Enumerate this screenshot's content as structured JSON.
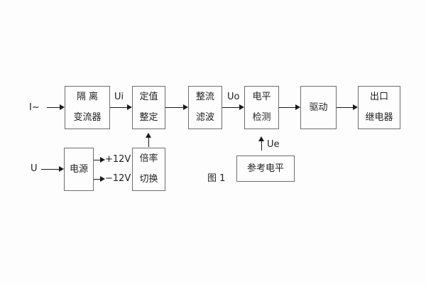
{
  "figure": {
    "caption": "图 1"
  },
  "diagram": {
    "inputs": {
      "current": "I~",
      "voltage": "U"
    },
    "signal_labels": {
      "ui": "Ui",
      "uo": "Uo",
      "ue": "Ue"
    },
    "power_rails": {
      "positive": "+12V",
      "negative": "−12V"
    },
    "blocks": {
      "isolation": {
        "line1": "隔 离",
        "line2": "变流器"
      },
      "setpoint": {
        "line1": "定值",
        "line2": "整定"
      },
      "rectifier": {
        "line1": "整流",
        "line2": "滤波"
      },
      "level": {
        "line1": "电平",
        "line2": "检测"
      },
      "drive": {
        "label": "驱动"
      },
      "relay": {
        "line1": "出口",
        "line2": "继电器"
      },
      "power": {
        "label": "电源"
      },
      "multiplier": {
        "line1": "倍率",
        "line2": "切换"
      },
      "reference": {
        "label": "参考电平"
      }
    },
    "colors": {
      "background": "#fdfdfd",
      "box_border": "#6e6e6e",
      "line": "#1a1a1a",
      "text": "#1f1f1f"
    }
  }
}
